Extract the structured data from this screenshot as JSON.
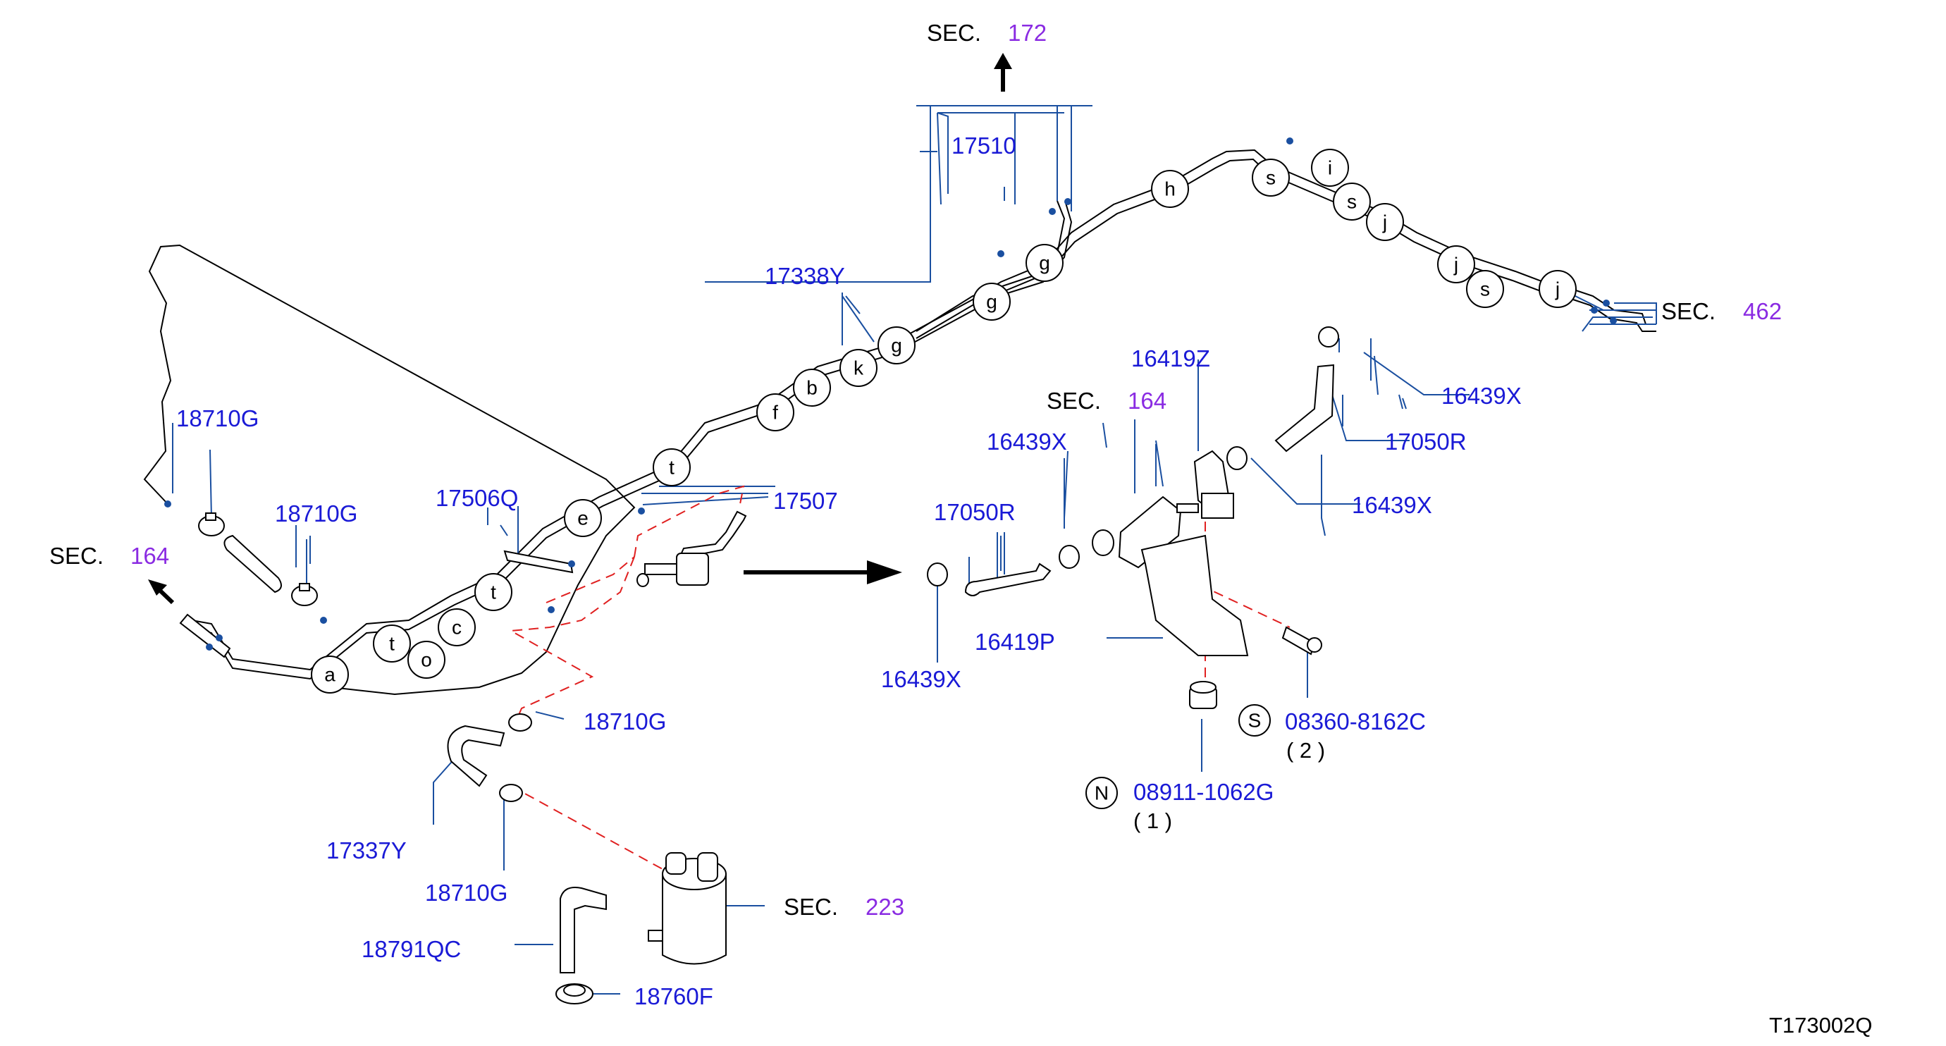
{
  "callouts": {
    "c17510": "17510",
    "c17338Y": "17338Y",
    "c18710G_a": "18710G",
    "c18710G_b": "18710G",
    "c18710G_c": "18710G",
    "c18710G_d": "18710G",
    "c17506Q": "17506Q",
    "c17507": "17507",
    "c16419Z": "16419Z",
    "c16439X_a": "16439X",
    "c16439X_b": "16439X",
    "c16439X_c": "16439X",
    "c16439X_d": "16439X",
    "c17050R_a": "17050R",
    "c17050R_b": "17050R",
    "c16419P": "16419P",
    "c17337Y": "17337Y",
    "c18791QC": "18791QC",
    "c18760F": "18760F",
    "c08360": "08360-8162C",
    "c08911": "08911-1062G"
  },
  "quantities": {
    "q08360": "( 2 )",
    "q08911": "( 1 )"
  },
  "fastener_symbols": {
    "s": "S",
    "n": "N"
  },
  "sections": {
    "word": "SEC.",
    "s172": "172",
    "s164_left": "164",
    "s164_right": "164",
    "s462": "462",
    "s223": "223"
  },
  "pipe_labels": {
    "a": "a",
    "t1": "t",
    "o": "o",
    "c": "c",
    "t2": "t",
    "e": "e",
    "t3": "t",
    "f": "f",
    "b": "b",
    "k": "k",
    "g1": "g",
    "g2": "g",
    "g3": "g",
    "h": "h",
    "s1": "s",
    "i": "i",
    "s2": "s",
    "j1": "j",
    "j2": "j",
    "s3": "s",
    "j3": "j"
  },
  "diagram_id": "T173002Q",
  "colors": {
    "part_number": "#1a1ad6",
    "section_number": "#8a2be2",
    "leader": "#1a4fa0",
    "dash": "#e02020"
  }
}
